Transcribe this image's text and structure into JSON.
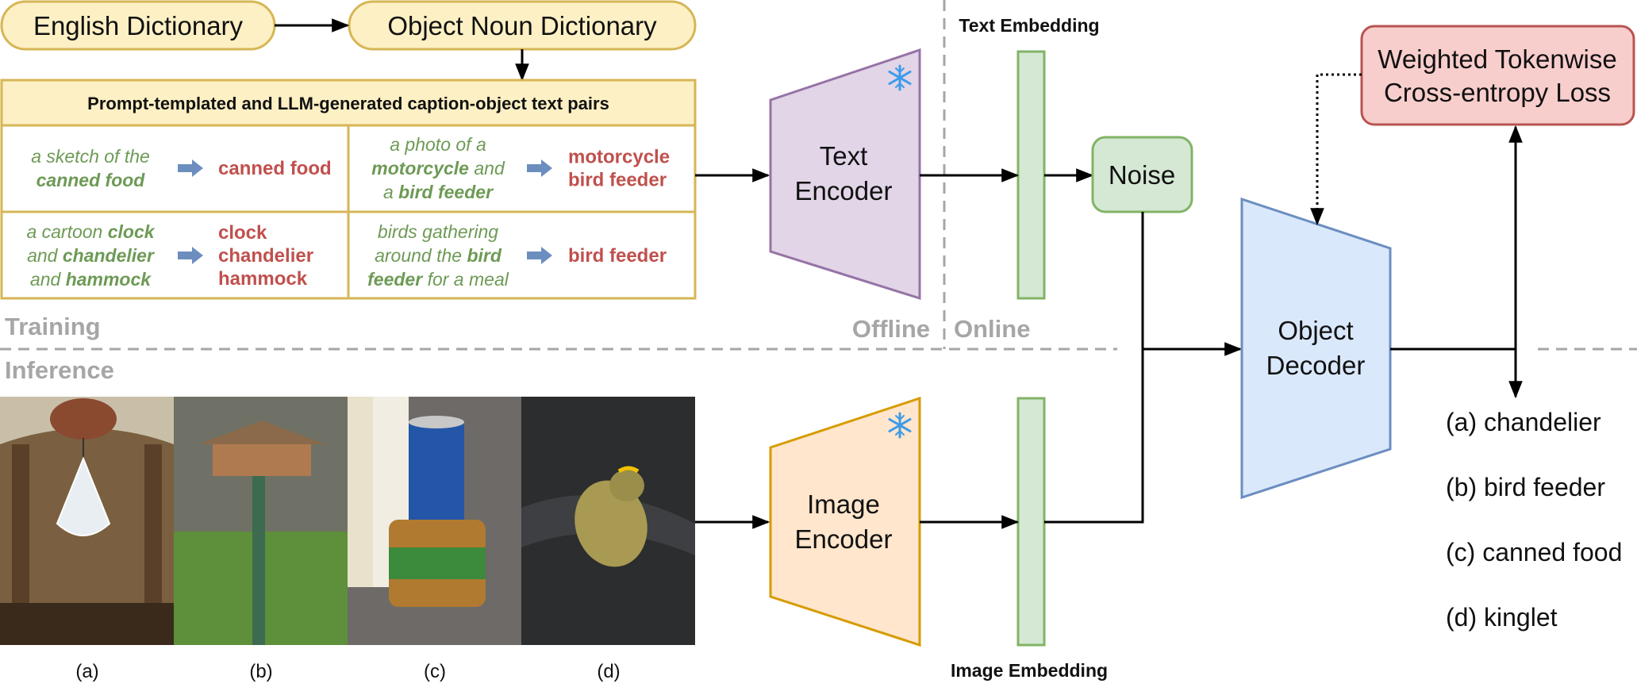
{
  "dictionaries": {
    "english": "English Dictionary",
    "object_noun": "Object Noun Dictionary"
  },
  "caption_table": {
    "header": "Prompt-templated and LLM-generated caption-object text pairs",
    "cells": [
      {
        "caption": [
          [
            "a sketch of the",
            ""
          ],
          [
            "",
            "canned food"
          ]
        ],
        "objects": [
          "canned food"
        ]
      },
      {
        "caption": [
          [
            "a photo of a",
            ""
          ],
          [
            "",
            "motorcycle",
            " and"
          ],
          [
            "a ",
            "bird feeder"
          ]
        ],
        "objects": [
          "motorcycle",
          "bird feeder"
        ]
      },
      {
        "caption": [
          [
            "a cartoon ",
            "clock"
          ],
          [
            "and ",
            "chandelier"
          ],
          [
            "and ",
            "hammock"
          ]
        ],
        "objects": [
          "clock",
          "chandelier",
          "hammock"
        ]
      },
      {
        "caption": [
          [
            "birds gathering",
            ""
          ],
          [
            "around the ",
            "bird"
          ],
          [
            "",
            "feeder",
            " for a meal"
          ]
        ],
        "objects": [
          "bird feeder"
        ]
      }
    ]
  },
  "encoders": {
    "text": [
      "Text",
      "Encoder"
    ],
    "image": [
      "Image",
      "Encoder"
    ],
    "frozen_icon": "snowflake-icon"
  },
  "embeddings": {
    "text": "Text Embedding",
    "image": "Image Embedding"
  },
  "noise": "Noise",
  "decoder": [
    "Object",
    "Decoder"
  ],
  "loss": [
    "Weighted Tokenwise",
    "Cross-entropy Loss"
  ],
  "phases": {
    "training": "Training",
    "inference": "Inference",
    "offline": "Offline",
    "online": "Online"
  },
  "images": [
    {
      "label": "(a)",
      "depicts": "chandelier"
    },
    {
      "label": "(b)",
      "depicts": "bird-feeder"
    },
    {
      "label": "(c)",
      "depicts": "canned-food"
    },
    {
      "label": "(d)",
      "depicts": "kinglet"
    }
  ],
  "results": [
    "(a) chandelier",
    "(b) bird feeder",
    "(c) canned food",
    "(d) kinglet"
  ],
  "colors": {
    "yellow_fill": "#fdf0c4",
    "yellow_stroke": "#d6b656",
    "purple_fill": "#e1d5e7",
    "purple_stroke": "#9673a6",
    "orange_fill": "#ffe6cc",
    "orange_stroke": "#d79b00",
    "green_fill": "#d5e8d4",
    "green_stroke": "#82b366",
    "blue_fill": "#dae8fc",
    "blue_stroke": "#6c8ebf",
    "red_fill": "#f8cecc",
    "red_stroke": "#b85450",
    "caption_green": "#6d9a55",
    "object_red": "#c0504d",
    "arrow_blue": "#6c8ebf",
    "phase_gray": "#a6a6a6"
  }
}
